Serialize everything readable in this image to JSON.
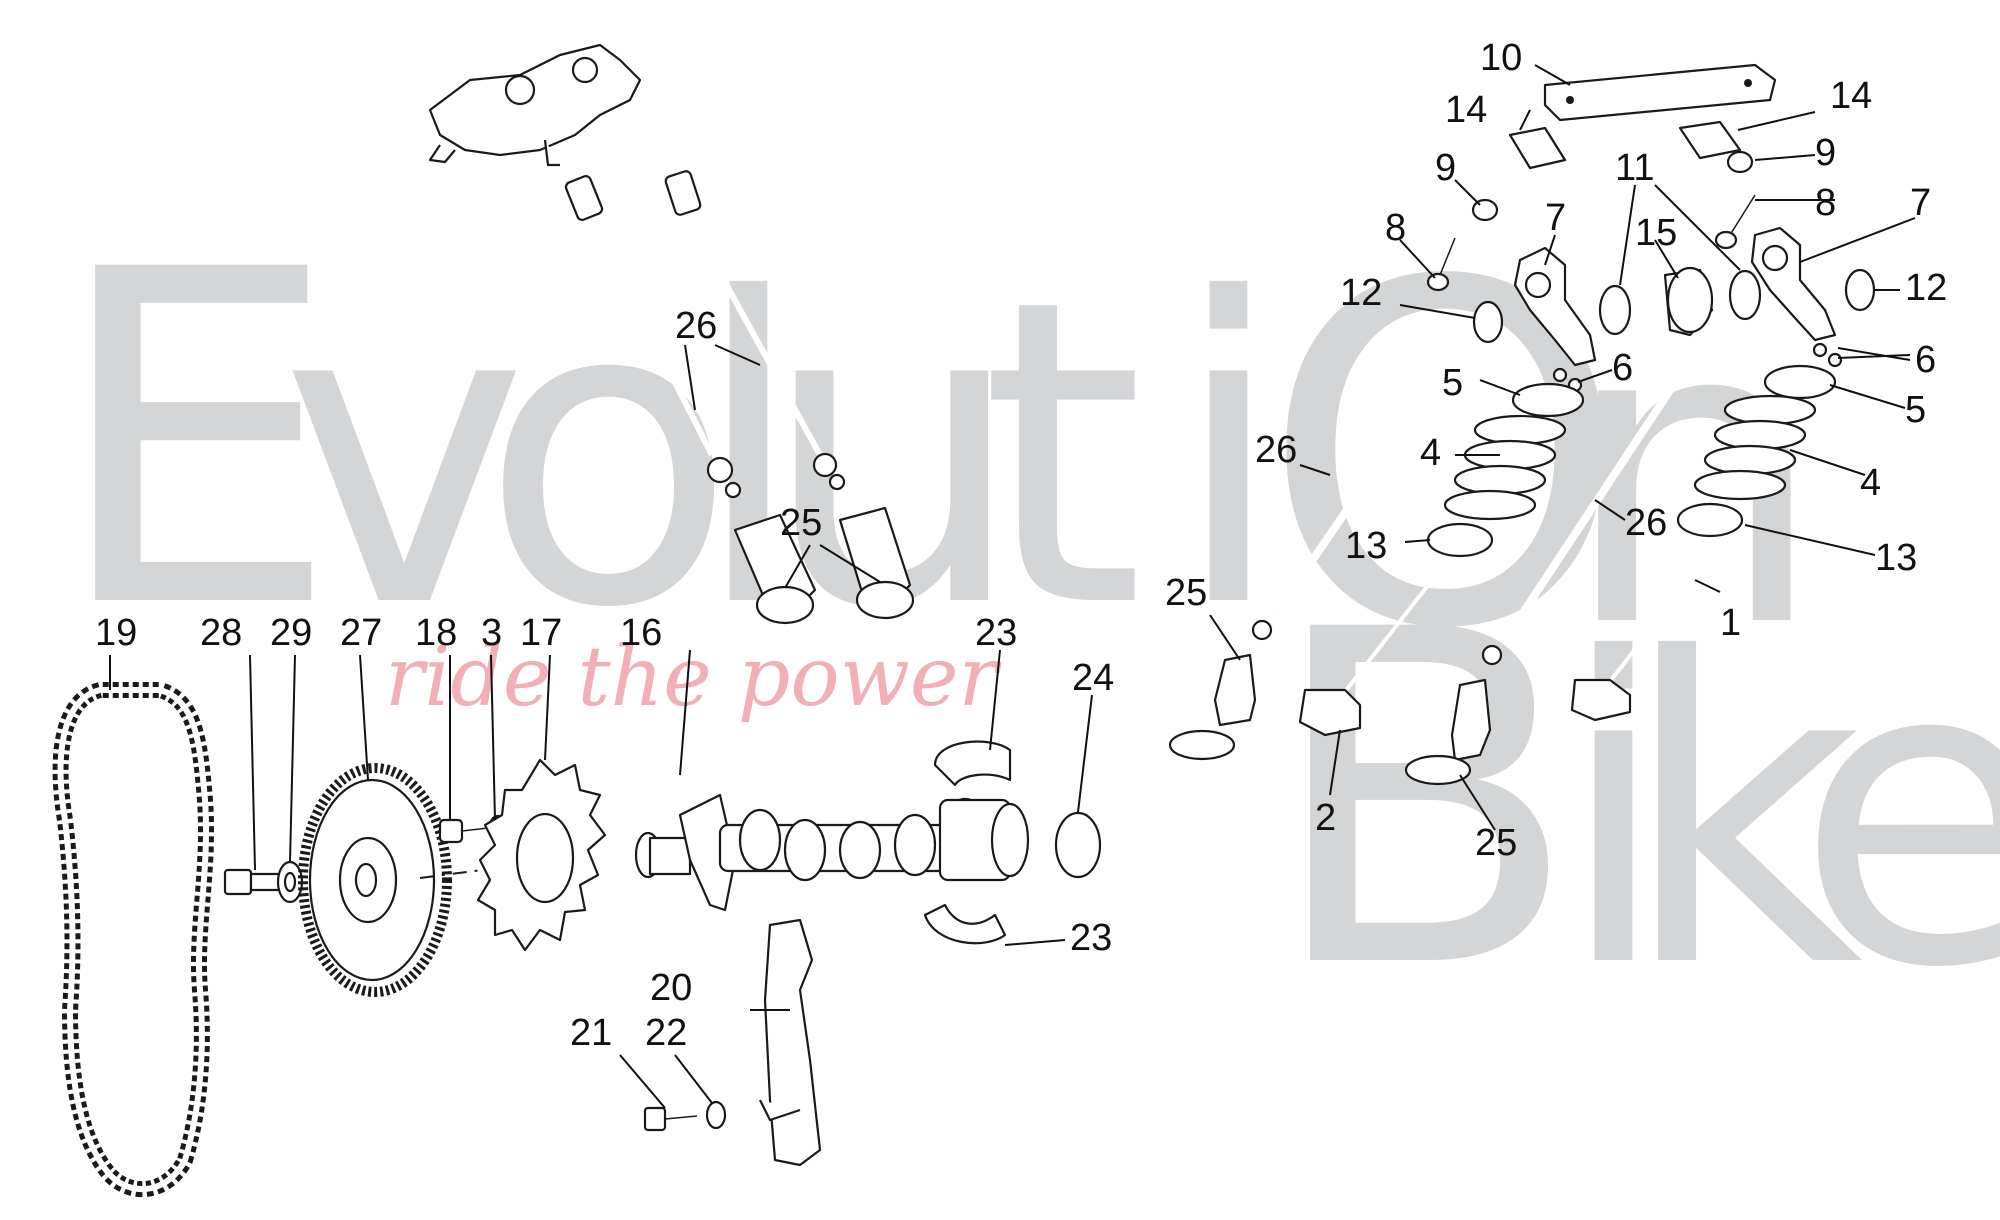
{
  "watermark": {
    "letters": [
      "E",
      "v",
      "o",
      "l",
      "u",
      "t",
      "i",
      "O",
      "n",
      "B",
      "i",
      "k",
      "e"
    ],
    "slogan": "ride the power",
    "color": "#d3d5d6",
    "slogan_color": "#f2b0b6"
  },
  "callouts": {
    "c1": "1",
    "c2": "2",
    "c3": "3",
    "c4a": "4",
    "c4b": "4",
    "c5a": "5",
    "c5b": "5",
    "c6a": "6",
    "c6b": "6",
    "c7a": "7",
    "c7b": "7",
    "c8a": "8",
    "c8b": "8",
    "c9a": "9",
    "c9b": "9",
    "c10": "10",
    "c11": "11",
    "c12a": "12",
    "c12b": "12",
    "c13a": "13",
    "c13b": "13",
    "c14a": "14",
    "c14b": "14",
    "c15": "15",
    "c16": "16",
    "c17": "17",
    "c18": "18",
    "c19": "19",
    "c20": "20",
    "c21": "21",
    "c22": "22",
    "c23a": "23",
    "c23b": "23",
    "c24": "24",
    "c25a": "25",
    "c25b": "25",
    "c25c": "25",
    "c26a": "26",
    "c26b": "26",
    "c26c": "26",
    "c27": "27",
    "c28": "28",
    "c29": "29"
  }
}
